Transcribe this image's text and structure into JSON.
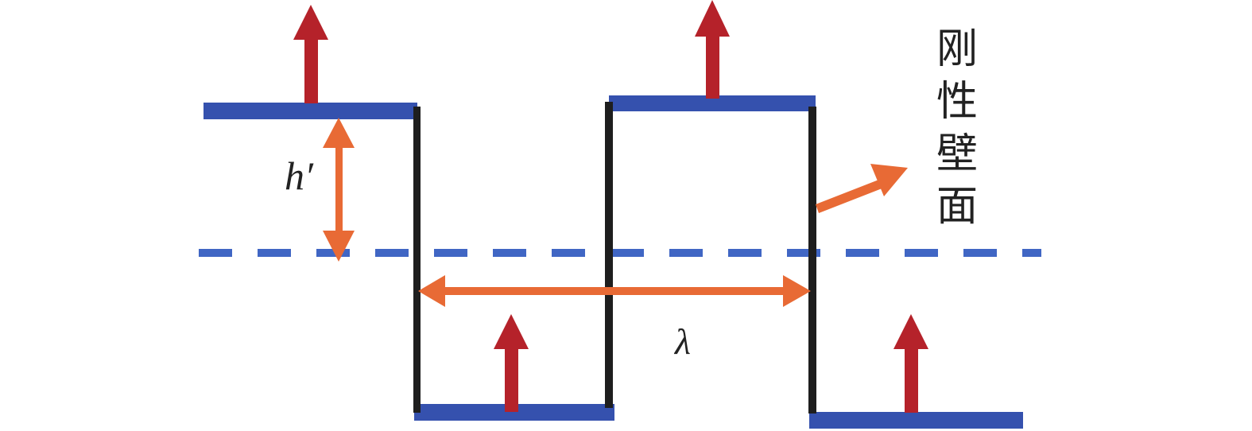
{
  "labels": {
    "height": "h′",
    "wavelength": "λ",
    "wall_chars": [
      "刚",
      "性",
      "壁",
      "面"
    ]
  },
  "colors": {
    "plate": "#3551AE",
    "wall": "#1E1E1E",
    "velocity_arrow": "#B5222A",
    "dimension_arrow": "#E86A35",
    "mean_line": "#4066C4",
    "text": "#222222"
  }
}
